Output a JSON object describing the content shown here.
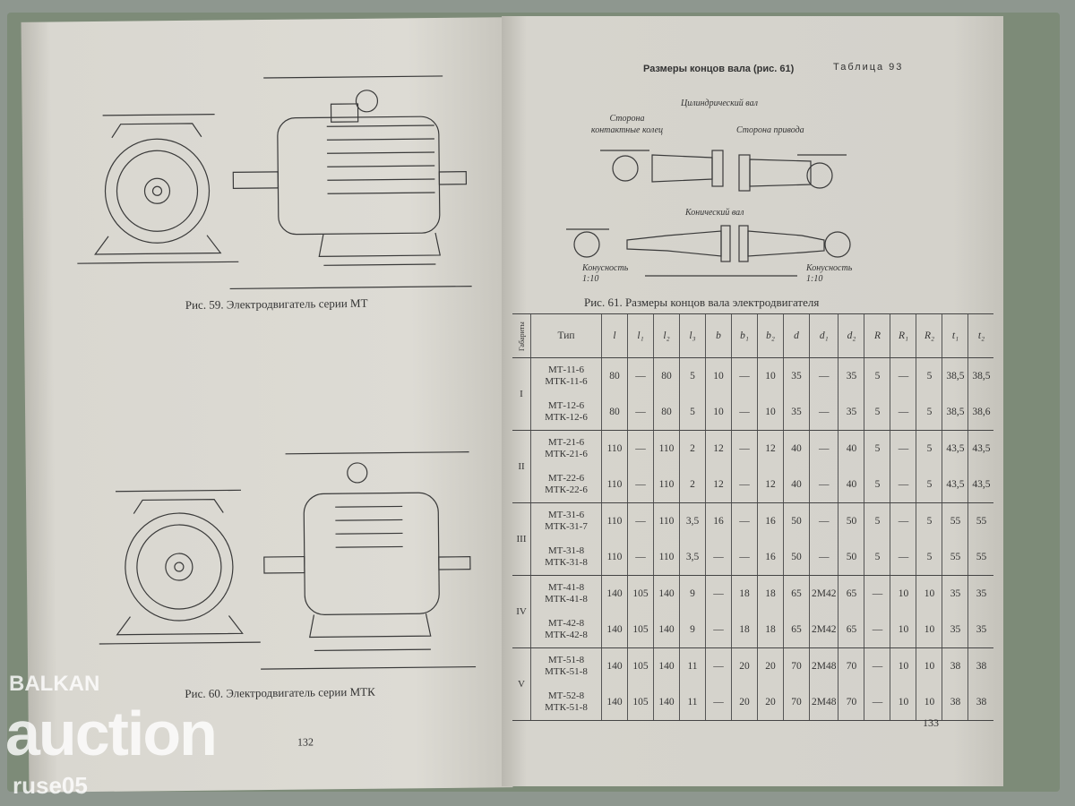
{
  "left_page": {
    "fig59_caption": "Рис. 59. Электродвигатель серии МТ",
    "fig60_caption": "Рис. 60. Электродвигатель серии МТК",
    "page_number": "132"
  },
  "right_page": {
    "table_label": "Таблица 93",
    "table_title": "Размеры концов вала (рис. 61)",
    "diagram_labels": {
      "cylindrical": "Цилиндрический вал",
      "slip_ring_side": "Сторона контактные колец",
      "drive_side": "Сторона привода",
      "conical": "Конический вал",
      "taper_left": "Конусность 1:10",
      "taper_right": "Конусность 1:10"
    },
    "fig61_caption": "Рис. 61. Размеры концов вала электродвигателя",
    "page_number": "133",
    "table": {
      "headers": [
        "Габариты",
        "Тип",
        "l",
        "l₁",
        "l₂",
        "l₃",
        "b",
        "b₁",
        "b₂",
        "d",
        "d₁",
        "d₂",
        "R",
        "R₁",
        "R₂",
        "t₁",
        "t₂"
      ],
      "groups": [
        {
          "size": "I",
          "rows": [
            {
              "type": "МТ-11-6 МТК-11-6",
              "values": [
                "80",
                "—",
                "80",
                "5",
                "10",
                "—",
                "10",
                "35",
                "—",
                "35",
                "5",
                "—",
                "5",
                "38,5",
                "38,5"
              ]
            },
            {
              "type": "МТ-12-6 МТК-12-6",
              "values": [
                "80",
                "—",
                "80",
                "5",
                "10",
                "—",
                "10",
                "35",
                "—",
                "35",
                "5",
                "—",
                "5",
                "38,5",
                "38,6"
              ]
            }
          ]
        },
        {
          "size": "II",
          "rows": [
            {
              "type": "МТ-21-6 МТК-21-6",
              "values": [
                "110",
                "—",
                "110",
                "2",
                "12",
                "—",
                "12",
                "40",
                "—",
                "40",
                "5",
                "—",
                "5",
                "43,5",
                "43,5"
              ]
            },
            {
              "type": "МТ-22-6 МТК-22-6",
              "values": [
                "110",
                "—",
                "110",
                "2",
                "12",
                "—",
                "12",
                "40",
                "—",
                "40",
                "5",
                "—",
                "5",
                "43,5",
                "43,5"
              ]
            }
          ]
        },
        {
          "size": "III",
          "rows": [
            {
              "type": "МТ-31-6 МТК-31-7",
              "values": [
                "110",
                "—",
                "110",
                "3,5",
                "16",
                "—",
                "16",
                "50",
                "—",
                "50",
                "5",
                "—",
                "5",
                "55",
                "55"
              ]
            },
            {
              "type": "МТ-31-8 МТК-31-8",
              "values": [
                "110",
                "—",
                "110",
                "3,5",
                "—",
                "—",
                "16",
                "50",
                "—",
                "50",
                "5",
                "—",
                "5",
                "55",
                "55"
              ]
            }
          ]
        },
        {
          "size": "IV",
          "rows": [
            {
              "type": "МТ-41-8 МТК-41-8",
              "values": [
                "140",
                "105",
                "140",
                "9",
                "—",
                "18",
                "18",
                "65",
                "2М42",
                "65",
                "—",
                "10",
                "10",
                "35",
                "35"
              ]
            },
            {
              "type": "МТ-42-8 МТК-42-8",
              "values": [
                "140",
                "105",
                "140",
                "9",
                "—",
                "18",
                "18",
                "65",
                "2М42",
                "65",
                "—",
                "10",
                "10",
                "35",
                "35"
              ]
            }
          ]
        },
        {
          "size": "V",
          "rows": [
            {
              "type": "МТ-51-8 МТК-51-8",
              "values": [
                "140",
                "105",
                "140",
                "11",
                "—",
                "20",
                "20",
                "70",
                "2М48",
                "70",
                "—",
                "10",
                "10",
                "38",
                "38"
              ]
            },
            {
              "type": "МТ-52-8 МТК-51-8",
              "values": [
                "140",
                "105",
                "140",
                "11",
                "—",
                "20",
                "20",
                "70",
                "2М48",
                "70",
                "—",
                "10",
                "10",
                "38",
                "38"
              ]
            }
          ]
        }
      ]
    }
  },
  "watermark": {
    "line1": "BALKAN",
    "line2": "auction",
    "line3": "ruse05"
  }
}
